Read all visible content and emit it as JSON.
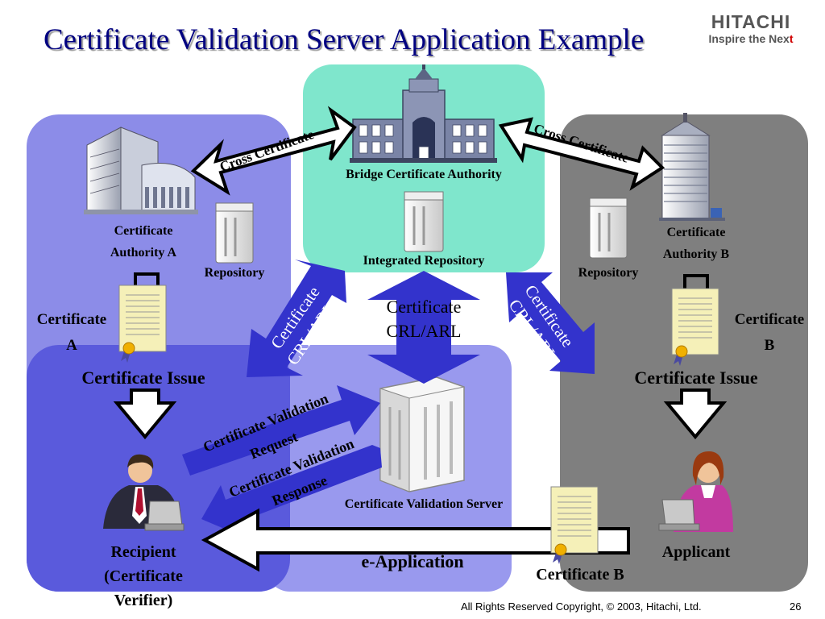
{
  "title": "Certificate Validation Server Application Example",
  "brand": {
    "name": "HITACHI",
    "tagline_prefix": "Inspire the Nex",
    "tagline_accent": "t"
  },
  "footer": {
    "copyright": "All Rights Reserved Copyright, © 2003,  Hitachi, Ltd.",
    "page_number": "26"
  },
  "labels": {
    "bridge_ca": "Bridge Certificate Authority",
    "integrated_repository": "Integrated Repository",
    "ca_a_line1": "Certificate",
    "ca_a_line2": "Authority A",
    "ca_b_line1": "Certificate",
    "ca_b_line2": "Authority B",
    "repository_a": "Repository",
    "repository_b": "Repository",
    "cert_a_line1": "Certificate",
    "cert_a_line2": "A",
    "cert_b_line1": "Certificate",
    "cert_b_line2": "B",
    "issue_a": "Certificate Issue",
    "issue_b": "Certificate Issue",
    "cross_cert_left": "Cross Certificate",
    "cross_cert_right": "Cross Certificate",
    "center_cert_line1": "Certificate",
    "center_cert_line2": "CRL/ARL",
    "left_cert_line1": "Certificate",
    "left_cert_line2": "CRL/ARL",
    "right_cert_line1": "Certificate",
    "right_cert_line2": "CRL/ARL",
    "validation_request_line1": "Certificate Validation",
    "validation_request_line2": "Request",
    "validation_response_line1": "Certificate Validation",
    "validation_response_line2": "Response",
    "validation_server": "Certificate Validation Server",
    "recipient_line1": "Recipient",
    "recipient_line2": "(Certificate",
    "recipient_line3": "Verifier)",
    "applicant": "Applicant",
    "e_application": "e-Application",
    "certificate_b_bottom": "Certificate B"
  },
  "colors": {
    "title": "#000080",
    "zone_a": "#8C8CE8",
    "zone_recipient": "#5A5ADC",
    "zone_server": "#9999EE",
    "zone_bridge": "#7FE6CC",
    "zone_b": "#7F7F7F",
    "flow_arrow": "#3333CC"
  }
}
